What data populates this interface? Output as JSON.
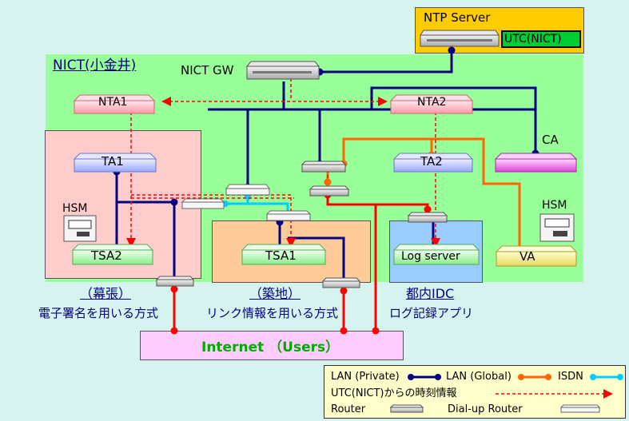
{
  "regions": {
    "ntp_server": "NTP Server",
    "utc_nict": "UTC(NICT)",
    "nict": "NICT(小金井)",
    "nict_gw": "NICT GW",
    "internet": "Internet （Users）"
  },
  "nodes": {
    "nta1": "NTA1",
    "nta2": "NTA2",
    "ta1": "TA1",
    "ta2": "TA2",
    "ca": "CA",
    "hsm_left": "HSM",
    "hsm_right": "HSM",
    "tsa2": "TSA2",
    "tsa1": "TSA1",
    "log_server": "Log server",
    "va": "VA"
  },
  "sites": {
    "makuhari_name": "（幕張）",
    "makuhari_desc": "電子署名を用いる方式",
    "tsukiji_name": "（築地）",
    "tsukiji_desc": "リンク情報を用いる方式",
    "idc_name": "都内IDC",
    "idc_desc": "ログ記録アプリ"
  },
  "legend": {
    "lan_private": "LAN (Private)",
    "lan_global": "LAN (Global)",
    "isdn": "ISDN",
    "utc_info": "UTC(NICT)からの時刻情報",
    "router": "Router",
    "dialup_router": "Dial-up Router"
  },
  "colors": {
    "lan_private": "#000080",
    "lan_global": "#ff6600",
    "isdn": "#00ccff",
    "internet_link": "#ff0000",
    "time_info": "#ff0000"
  }
}
